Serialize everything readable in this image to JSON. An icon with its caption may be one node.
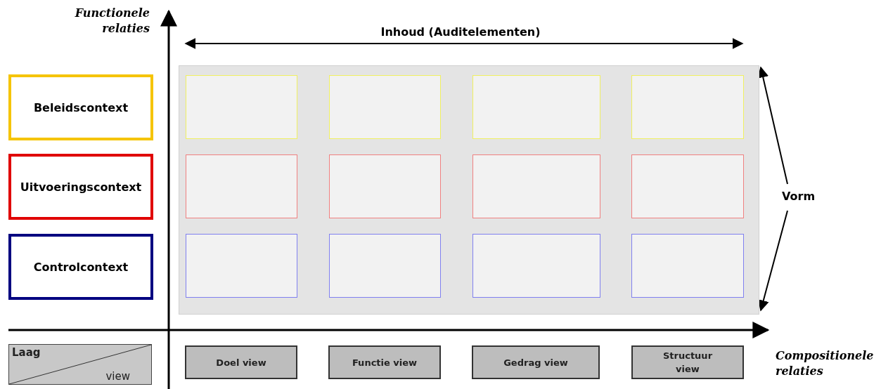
{
  "diagram": {
    "nodes": [
      {
        "text": [
          "Beleidscontext"
        ]
      },
      {
        "text": [
          "Uitvoeringscontext"
        ]
      },
      {
        "text": [
          "Controlcontext"
        ]
      },
      {
        "text": [],
        "shape": "box"
      },
      {
        "text": [],
        "shape": "box",
        "in": 3
      },
      {
        "text": [],
        "shape": "box",
        "in": 3
      },
      {
        "text": [],
        "shape": "box",
        "in": 3
      },
      {
        "text": [],
        "shape": "box",
        "in": 3
      },
      {
        "text": [],
        "shape": "box",
        "in": 3
      },
      {
        "text": [],
        "shape": "box",
        "in": 3
      },
      {
        "text": [],
        "shape": "box",
        "in": 3
      },
      {
        "text": [],
        "shape": "box",
        "in": 3
      },
      {
        "text": [],
        "shape": "box",
        "in": 3
      },
      {
        "text": [],
        "shape": "box",
        "in": 3
      },
      {
        "text": [],
        "shape": "box",
        "in": 3
      },
      {
        "text": [],
        "shape": "box",
        "in": 3
      },
      {
        "text": [
          "Laag",
          "view"
        ]
      },
      {
        "text": [
          "Doel view"
        ]
      },
      {
        "text": [
          "Functie view"
        ]
      },
      {
        "text": [
          "Gedrag view"
        ]
      },
      {
        "text": [
          "Structuur view"
        ]
      }
    ],
    "labels": [
      "Functionele relaties",
      "Inhoud (Auditelementen)",
      "Vorm",
      "Compositionele relaties"
    ]
  }
}
